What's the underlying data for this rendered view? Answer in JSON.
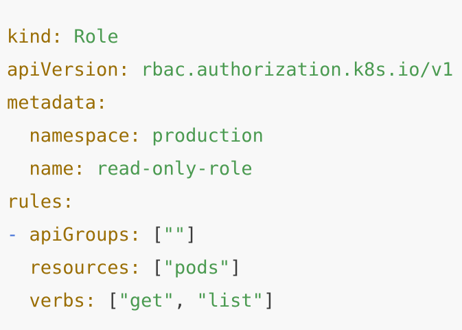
{
  "document": {
    "language": "yaml",
    "kind": "kubernetes-rbac-role-manifest",
    "background_color": "#f8f8f8",
    "colors": {
      "key": "#9a6e05",
      "value": "#4a9a50",
      "string": "#4a9a50",
      "dash": "#4472d8",
      "bracket": "#3a3a3a"
    },
    "raw_text": "kind: Role\napiVersion: rbac.authorization.k8s.io/v1\nmetadata:\n  namespace: production\n  name: read-only-role\nrules:\n- apiGroups: [\"\"]\n  resources: [\"pods\"]\n  verbs: [\"get\", \"list\"]",
    "lines": [
      {
        "id": "line-kind",
        "tokens": [
          {
            "type": "key",
            "text": "kind"
          },
          {
            "type": "punct",
            "text": ": "
          },
          {
            "type": "value",
            "text": "Role"
          }
        ]
      },
      {
        "id": "line-apiversion",
        "tokens": [
          {
            "type": "key",
            "text": "apiVersion"
          },
          {
            "type": "punct",
            "text": ": "
          },
          {
            "type": "value",
            "text": "rbac.authorization.k8s.io/v1"
          }
        ]
      },
      {
        "id": "line-metadata",
        "tokens": [
          {
            "type": "key",
            "text": "metadata"
          },
          {
            "type": "punct",
            "text": ":"
          }
        ]
      },
      {
        "id": "line-namespace",
        "tokens": [
          {
            "type": "indent",
            "text": "  "
          },
          {
            "type": "key",
            "text": "namespace"
          },
          {
            "type": "punct",
            "text": ": "
          },
          {
            "type": "value",
            "text": "production"
          }
        ]
      },
      {
        "id": "line-name",
        "tokens": [
          {
            "type": "indent",
            "text": "  "
          },
          {
            "type": "key",
            "text": "name"
          },
          {
            "type": "punct",
            "text": ": "
          },
          {
            "type": "value",
            "text": "read-only-role"
          }
        ]
      },
      {
        "id": "line-rules",
        "tokens": [
          {
            "type": "key",
            "text": "rules"
          },
          {
            "type": "punct",
            "text": ":"
          }
        ]
      },
      {
        "id": "line-apigroups",
        "tokens": [
          {
            "type": "dash",
            "text": "-"
          },
          {
            "type": "indent",
            "text": " "
          },
          {
            "type": "key",
            "text": "apiGroups"
          },
          {
            "type": "punct",
            "text": ": "
          },
          {
            "type": "bracket",
            "text": "["
          },
          {
            "type": "string",
            "text": "\"\""
          },
          {
            "type": "bracket",
            "text": "]"
          }
        ]
      },
      {
        "id": "line-resources",
        "tokens": [
          {
            "type": "indent",
            "text": "  "
          },
          {
            "type": "key",
            "text": "resources"
          },
          {
            "type": "punct",
            "text": ": "
          },
          {
            "type": "bracket",
            "text": "["
          },
          {
            "type": "string",
            "text": "\"pods\""
          },
          {
            "type": "bracket",
            "text": "]"
          }
        ]
      },
      {
        "id": "line-verbs",
        "tokens": [
          {
            "type": "indent",
            "text": "  "
          },
          {
            "type": "key",
            "text": "verbs"
          },
          {
            "type": "punct",
            "text": ": "
          },
          {
            "type": "bracket",
            "text": "["
          },
          {
            "type": "string",
            "text": "\"get\""
          },
          {
            "type": "comma",
            "text": ","
          },
          {
            "type": "indent",
            "text": " "
          },
          {
            "type": "string",
            "text": "\"list\""
          },
          {
            "type": "bracket",
            "text": "]"
          }
        ]
      }
    ]
  }
}
